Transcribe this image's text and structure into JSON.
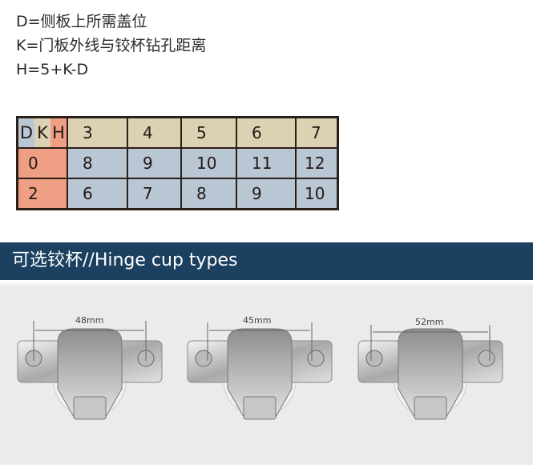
{
  "legend": {
    "d": "D=侧板上所需盖位",
    "k": "K=门板外线与铰杯钻孔距离",
    "h": "H=5+K-D"
  },
  "table": {
    "corner": [
      "D",
      "K",
      "H"
    ],
    "k_values": [
      "3",
      "4",
      "5",
      "6",
      "7"
    ],
    "rows": [
      {
        "d": "0",
        "h": [
          "8",
          "9",
          "10",
          "11",
          "12"
        ]
      },
      {
        "d": "2",
        "h": [
          "6",
          "7",
          "8",
          "9",
          "10"
        ]
      }
    ]
  },
  "banner": {
    "title": "可选铰杯//Hinge cup types"
  },
  "hinges": [
    {
      "label": "48mm"
    },
    {
      "label": "45mm"
    },
    {
      "label": "52mm"
    }
  ],
  "colors": {
    "banner": "#1b4060",
    "header": "#ddd1b3",
    "values": "#b9c6d3",
    "row_header": "#ee9f84"
  }
}
